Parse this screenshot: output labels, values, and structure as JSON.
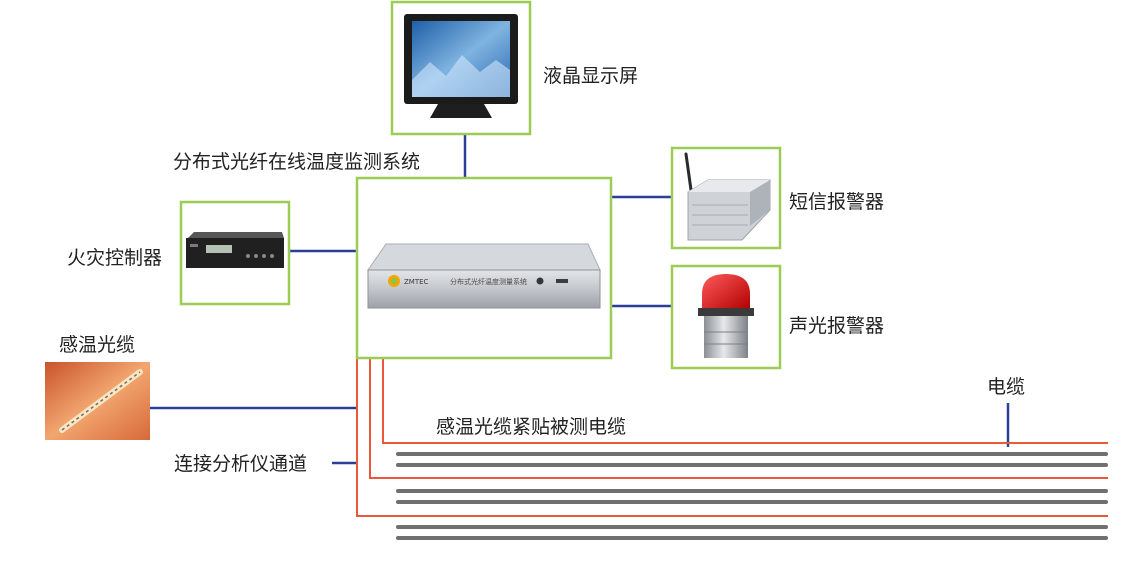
{
  "labels": {
    "lcd": "液晶显示屏",
    "system": "分布式光纤在线温度监测系统",
    "sms_alarm": "短信报警器",
    "fire_controller": "火灾控制器",
    "sound_light_alarm": "声光报警器",
    "sensing_cable": "感温光缆",
    "power_cable": "电缆",
    "attach_note": "感温光缆紧贴被测电缆",
    "channel": "连接分析仪通道"
  },
  "device_text": {
    "analyzer_logo": "ZMTEC",
    "analyzer_name": "分布式光纤温度测量系统"
  },
  "colors": {
    "frame": "#9ccc54",
    "connector": "#2c3f96",
    "fiber": "#e8583a",
    "cable": "#707070"
  }
}
